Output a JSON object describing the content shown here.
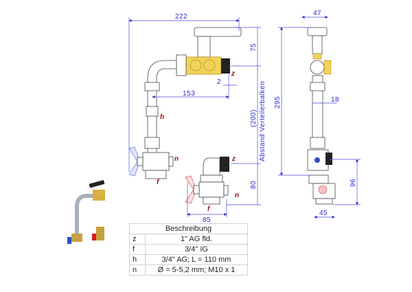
{
  "dimensions": {
    "width_total": "222",
    "height_top": "75",
    "offset": "2",
    "pipe_length": "153",
    "distance_value": "(200)",
    "distance_label": "Abstand Verteilerbalken",
    "height_small": "80",
    "width_small": "85",
    "side_width": "47",
    "side_height": "295",
    "side_offset": "18",
    "side_bottom_height": "96",
    "side_bottom_width": "45"
  },
  "labels": {
    "z": "z",
    "h": "h",
    "n": "n",
    "f": "f"
  },
  "table": {
    "header": "Beschreibung",
    "rows": [
      {
        "key": "z",
        "value": "1\" AG fld."
      },
      {
        "key": "f",
        "value": "3/4\" IG"
      },
      {
        "key": "h",
        "value": "3/4\" AG; L = 110 mm"
      },
      {
        "key": "n",
        "value": "Ø = 5-5,2 mm; M10 x 1"
      }
    ]
  },
  "colors": {
    "dimension": "#2a2ad0",
    "label": "#8b1010",
    "brass": "#f2d35a",
    "handle_red": "#d02020",
    "handle_blue": "#3050c0"
  }
}
